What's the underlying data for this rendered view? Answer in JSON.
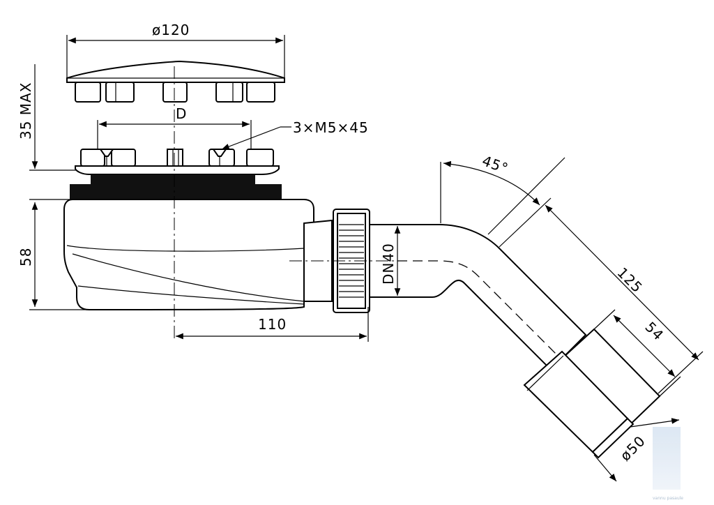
{
  "dimensions": {
    "cover_diameter": "ø120",
    "screw_spec": "3×M5×45",
    "bolt_circle": "D",
    "height_adjust": "35 MAX",
    "body_height": "58",
    "outlet_offset": "110",
    "outlet_size": "DN40",
    "elbow_angle": "45°",
    "elbow_length": "125",
    "socket_length": "54",
    "outlet_diameter": "ø50"
  },
  "watermark": {
    "text": "vannu pasaule"
  },
  "colors": {
    "line": "#000000",
    "fill": "#ffffff",
    "gasket": "#111111",
    "watermark": "#c9d8ea"
  }
}
